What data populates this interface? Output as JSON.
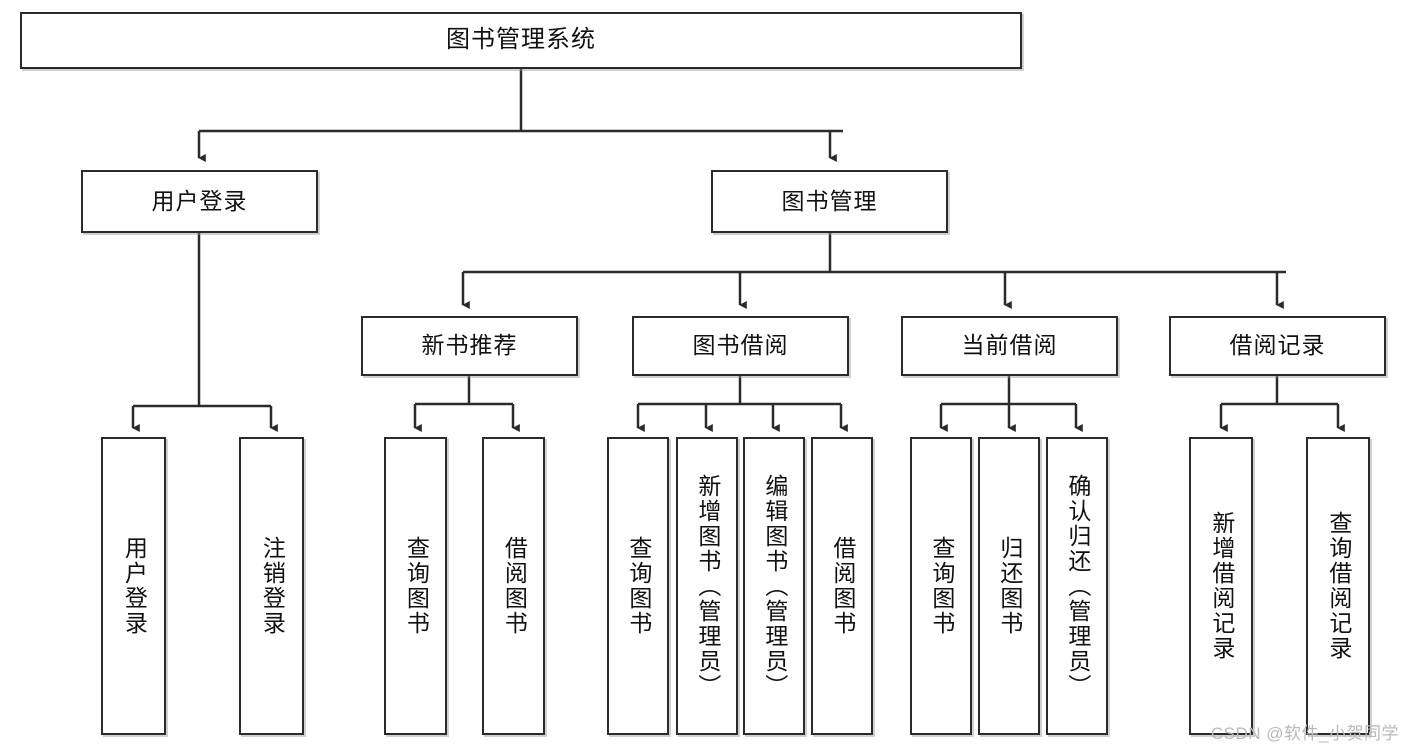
{
  "diagram": {
    "title": "图书管理系统",
    "type": "tree-hierarchy",
    "watermark": "CSDN @软件_小贺同学",
    "nodes": {
      "root": {
        "label": "图书管理系统"
      },
      "level2": [
        {
          "id": "user-login",
          "label": "用户登录"
        },
        {
          "id": "book-manage",
          "label": "图书管理"
        }
      ],
      "level3": [
        {
          "id": "new-book-recommend",
          "label": "新书推荐"
        },
        {
          "id": "book-borrow",
          "label": "图书借阅"
        },
        {
          "id": "current-borrow",
          "label": "当前借阅"
        },
        {
          "id": "borrow-record",
          "label": "借阅记录"
        }
      ],
      "leaves": {
        "user_login": [
          {
            "id": "leaf-user-login",
            "label": "用户登录"
          },
          {
            "id": "leaf-logout",
            "label": "注销登录"
          }
        ],
        "new_book_recommend": [
          {
            "id": "leaf-query-book-1",
            "label": "查询图书"
          },
          {
            "id": "leaf-borrow-book-1",
            "label": "借阅图书"
          }
        ],
        "book_borrow": [
          {
            "id": "leaf-query-book-2",
            "label": "查询图书"
          },
          {
            "id": "leaf-add-book",
            "label": "新增图书（管理员）"
          },
          {
            "id": "leaf-edit-book",
            "label": "编辑图书（管理员）"
          },
          {
            "id": "leaf-borrow-book-2",
            "label": "借阅图书"
          }
        ],
        "current_borrow": [
          {
            "id": "leaf-query-book-3",
            "label": "查询图书"
          },
          {
            "id": "leaf-return-book",
            "label": "归还图书"
          },
          {
            "id": "leaf-confirm-return",
            "label": "确认归还（管理员）"
          }
        ],
        "borrow_record": [
          {
            "id": "leaf-add-record",
            "label": "新增借阅记录"
          },
          {
            "id": "leaf-query-record",
            "label": "查询借阅记录"
          }
        ]
      }
    },
    "colors": {
      "stroke": "#2b2b2b",
      "fill": "#ffffff",
      "text": "#111111",
      "watermark": "#b9b9b9"
    }
  }
}
